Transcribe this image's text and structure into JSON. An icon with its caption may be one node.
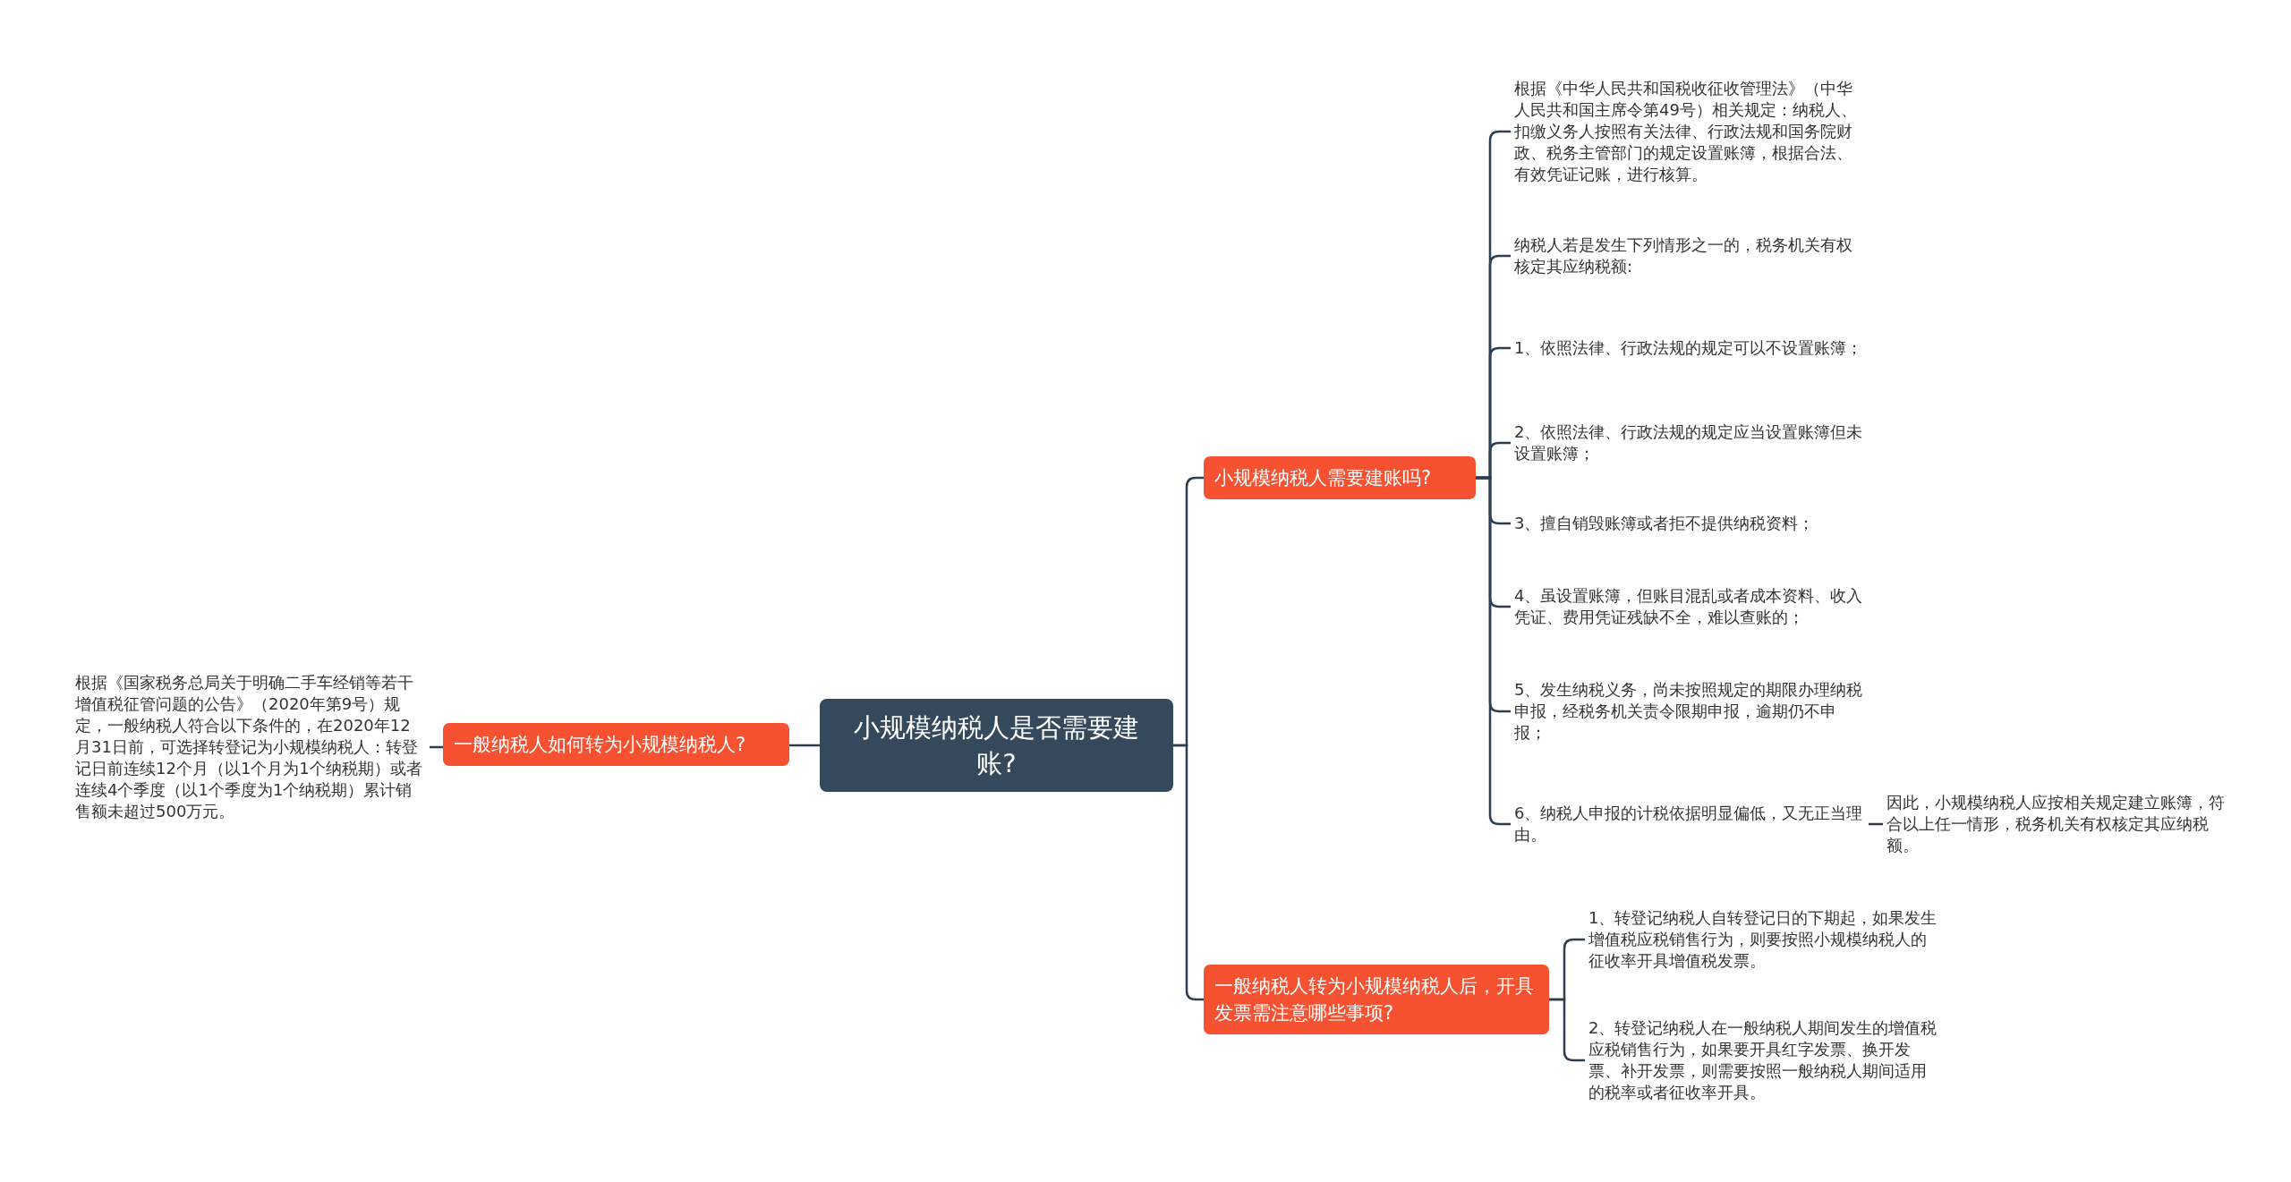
{
  "diagram": {
    "nodes": [
      {
        "text": [
          "小规模纳税人是否需要建账?"
        ]
      },
      {
        "text": [
          "小规模纳税人需要建账吗?"
        ]
      },
      {
        "text": [
          "根据《中华人民共和国税收征收管理法》（中华人民共和国主席令第49号）相关规定：纳税人、扣缴义务人按照有关法律、行政法规和国务院财政、税务主管部门的规定设置账簿，根据合法、有效凭证记账，进行核算。"
        ]
      },
      {
        "text": [
          "纳税人若是发生下列情形之一的，税务机关有权核定其应纳税额:"
        ]
      },
      {
        "text": [
          "1、依照法律、行政法规的规定可以不设置账簿；"
        ]
      },
      {
        "text": [
          "2、依照法律、行政法规的规定应当设置账簿但未设置账簿；"
        ]
      },
      {
        "text": [
          "3、擅自销毁账簿或者拒不提供纳税资料；"
        ]
      },
      {
        "text": [
          "4、虽设置账簿，但账目混乱或者成本资料、收入凭证、费用凭证残缺不全，难以查账的；"
        ]
      },
      {
        "text": [
          "5、发生纳税义务，尚未按照规定的期限办理纳税申报，经税务机关责令限期申报，逾期仍不申报；"
        ]
      },
      {
        "text": [
          "6、纳税人申报的计税依据明显偏低，又无正当理由。"
        ]
      },
      {
        "text": [
          "因此，小规模纳税人应按相关规定建立账簿，符合以上任一情形，税务机关有权核定其应纳税额。"
        ]
      },
      {
        "text": [
          "一般纳税人转为小规模纳税人后，开具发票需注意哪些事项?"
        ]
      },
      {
        "text": [
          "1、转登记纳税人自转登记日的下期起，如果发生增值税应税销售行为，则要按照小规模纳税人的征收率开具增值税发票。"
        ]
      },
      {
        "text": [
          "2、转登记纳税人在一般纳税人期间发生的增值税应税销售行为，如果要开具红字发票、换开发票、补开发票，则需要按照一般纳税人期间适用的税率或者征收率开具。"
        ]
      },
      {
        "text": [
          "一般纳税人如何转为小规模纳税人?"
        ]
      },
      {
        "text": [
          "根据《国家税务总局关于明确二手车经销等若干增值税征管问题的公告》（2020年第9号）规定，一般纳税人符合以下条件的，在2020年12月31日前，可选择转登记为小规模纳税人：转登记日前连续12个月（以1个月为1个纳税期）或者连续4个季度（以1个季度为1个纳税期）累计销售额未超过500万元。"
        ]
      }
    ],
    "edges": [
      {
        "from": 0,
        "to": 1,
        "arrow": "none"
      },
      {
        "from": 1,
        "to": 2,
        "arrow": "none"
      },
      {
        "from": 1,
        "to": 3,
        "arrow": "none"
      },
      {
        "from": 1,
        "to": 4,
        "arrow": "none"
      },
      {
        "from": 1,
        "to": 5,
        "arrow": "none"
      },
      {
        "from": 1,
        "to": 6,
        "arrow": "none"
      },
      {
        "from": 1,
        "to": 7,
        "arrow": "none"
      },
      {
        "from": 1,
        "to": 8,
        "arrow": "none"
      },
      {
        "from": 1,
        "to": 9,
        "arrow": "none"
      },
      {
        "from": 9,
        "to": 10,
        "arrow": "none"
      },
      {
        "from": 0,
        "to": 11,
        "arrow": "none"
      },
      {
        "from": 11,
        "to": 12,
        "arrow": "none"
      },
      {
        "from": 11,
        "to": 13,
        "arrow": "none"
      },
      {
        "from": 0,
        "to": 14,
        "arrow": "none"
      },
      {
        "from": 14,
        "to": 15,
        "arrow": "none"
      }
    ]
  }
}
